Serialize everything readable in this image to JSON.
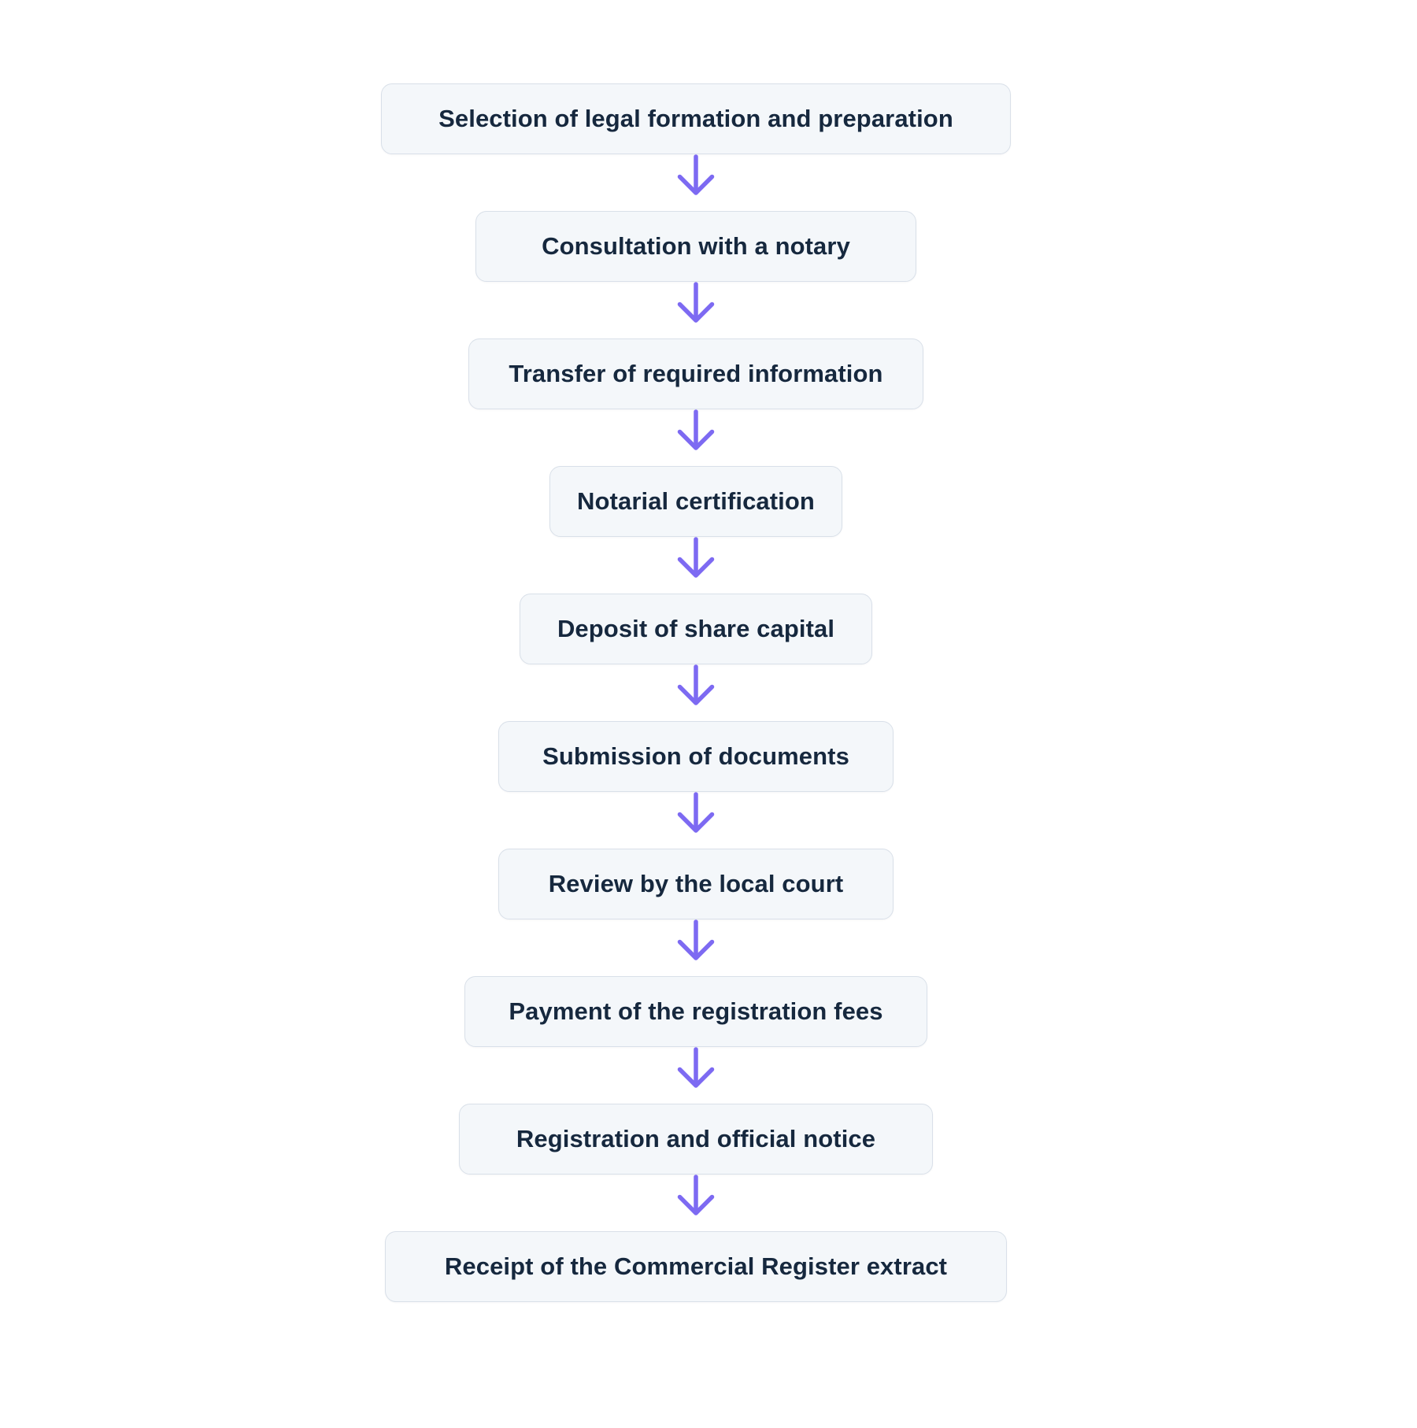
{
  "page": {
    "background": "#ffffff"
  },
  "flowchart": {
    "type": "vertical-process-flow",
    "steps": [
      {
        "label": "Selection of legal formation and preparation"
      },
      {
        "label": "Consultation with a notary"
      },
      {
        "label": "Transfer of required information"
      },
      {
        "label": "Notarial certification"
      },
      {
        "label": "Deposit of share capital"
      },
      {
        "label": "Submission of documents"
      },
      {
        "label": "Review by the local court"
      },
      {
        "label": "Payment of the registration fees"
      },
      {
        "label": "Registration and official notice"
      },
      {
        "label": "Receipt of the Commercial Register extract"
      }
    ],
    "icons": {
      "connector": "arrow-down-icon"
    },
    "colors": {
      "box_fill": "#f4f7fa",
      "box_border": "#d9e0e9",
      "label_text": "#16283e",
      "arrow": "#7d6af2",
      "background": "#ffffff"
    }
  }
}
